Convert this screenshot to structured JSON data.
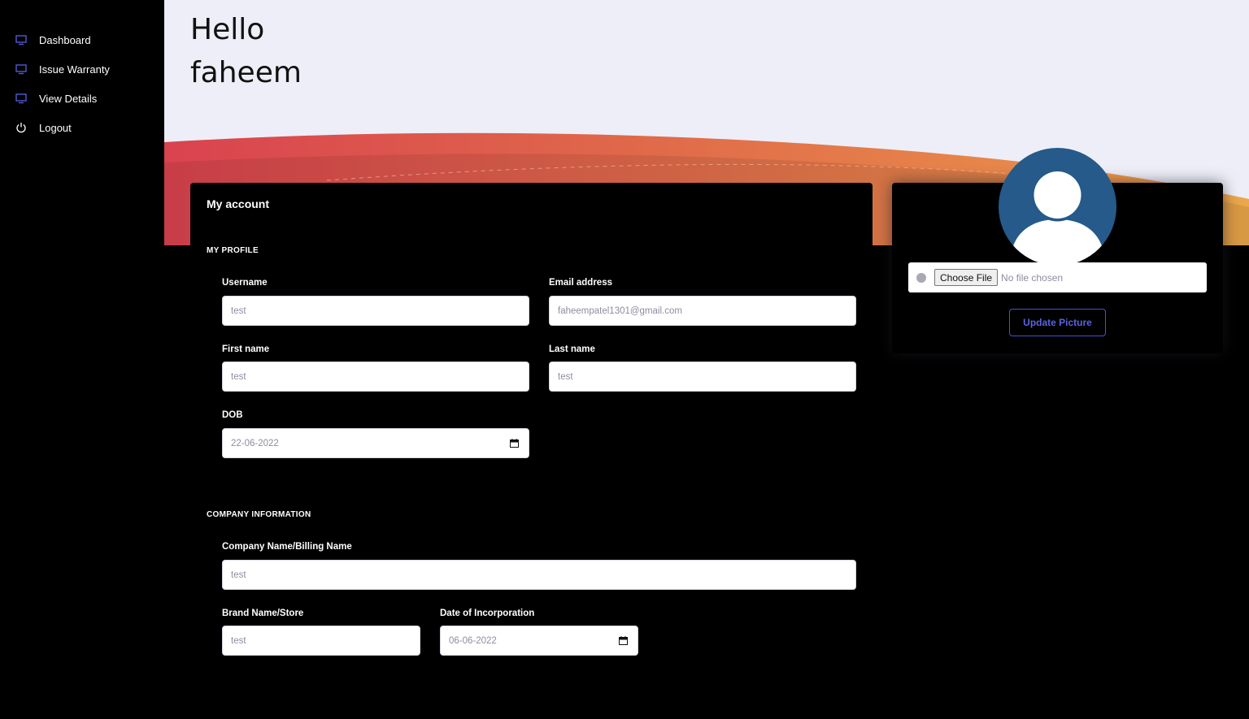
{
  "sidebar": {
    "items": [
      {
        "label": "Dashboard",
        "icon": "monitor-icon"
      },
      {
        "label": "Issue Warranty",
        "icon": "monitor-icon"
      },
      {
        "label": "View Details",
        "icon": "monitor-icon"
      },
      {
        "label": "Logout",
        "icon": "power-icon"
      }
    ]
  },
  "header": {
    "greeting_line1": "Hello",
    "greeting_line2": "faheem"
  },
  "account": {
    "title": "My account",
    "profile_heading": "MY PROFILE",
    "username": {
      "label": "Username",
      "value": "test"
    },
    "email": {
      "label": "Email address",
      "value": "faheempatel1301@gmail.com"
    },
    "first_name": {
      "label": "First name",
      "value": "test"
    },
    "last_name": {
      "label": "Last name",
      "value": "test"
    },
    "dob": {
      "label": "DOB",
      "value": "22-06-2022"
    },
    "company_heading": "COMPANY INFORMATION",
    "company_name": {
      "label": "Company Name/Billing Name",
      "value": "test"
    },
    "brand_name": {
      "label": "Brand Name/Store",
      "value": "test"
    },
    "incorporation": {
      "label": "Date of Incorporation",
      "value": "06-06-2022"
    }
  },
  "profile_picture": {
    "choose_file_label": "Choose File",
    "no_file_text": "No file chosen",
    "update_button": "Update Picture"
  },
  "colors": {
    "accent": "#4a52c9",
    "avatar_bg": "#255a8a",
    "wave_red": "#d9434f",
    "wave_orange": "#e8a24a"
  }
}
